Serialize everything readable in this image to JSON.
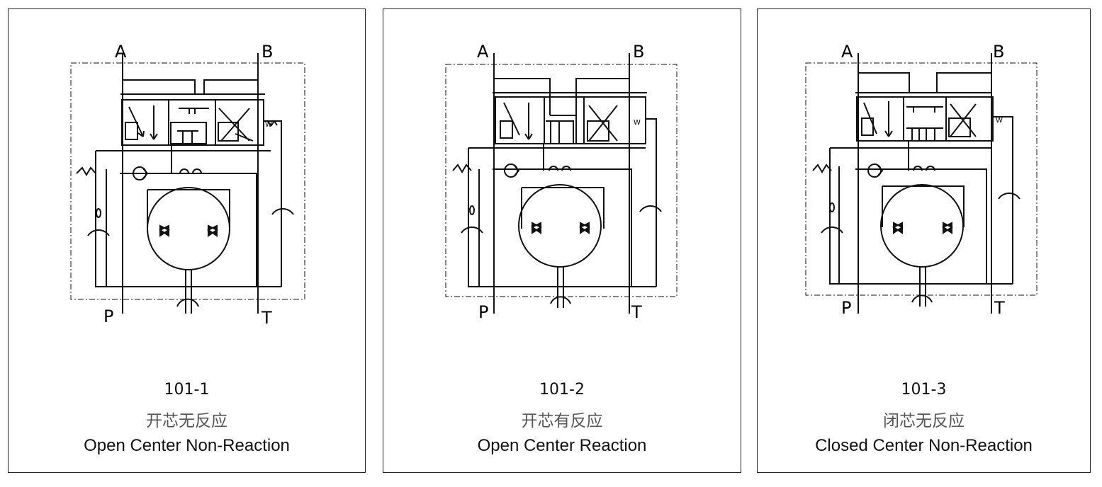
{
  "panels": [
    {
      "code": "101-1",
      "title_zh": "开芯无反应",
      "title_en": "Open Center Non-Reaction"
    },
    {
      "code": "101-2",
      "title_zh": "开芯有反应",
      "title_en": "Open Center Reaction"
    },
    {
      "code": "101-3",
      "title_zh": "闭芯无反应",
      "title_en": "Closed Center Non-Reaction"
    }
  ],
  "port_labels": {
    "a": "A",
    "b": "B",
    "p": "P",
    "t": "T",
    "spring": "W"
  }
}
